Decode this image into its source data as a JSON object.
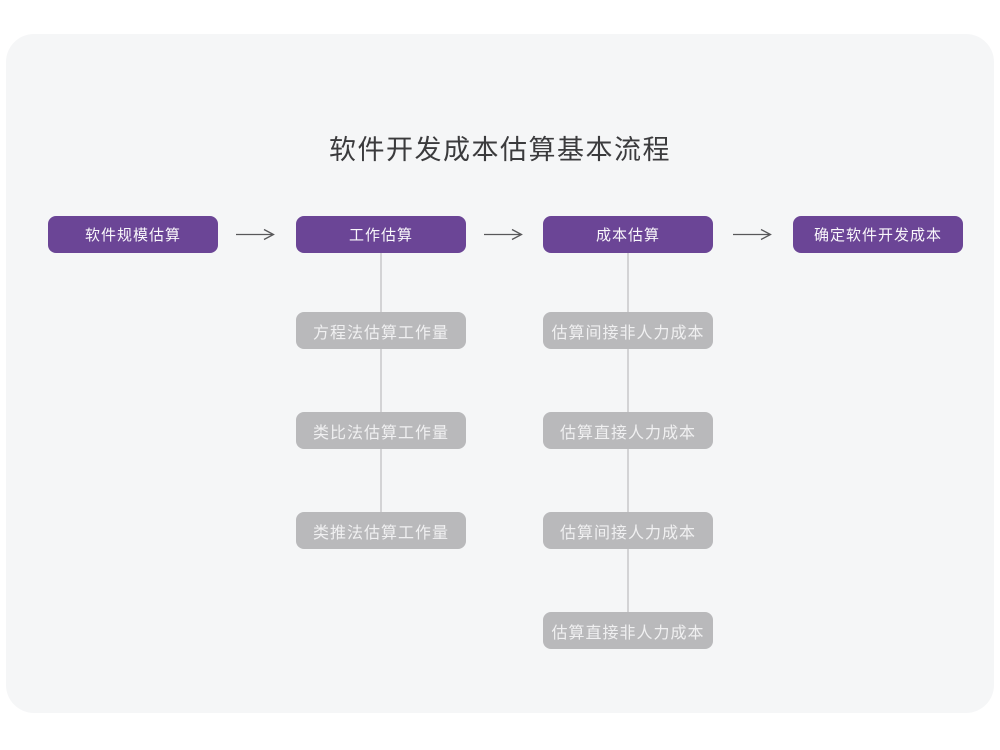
{
  "title": "软件开发成本估算基本流程",
  "colors": {
    "accent_purple": "#6b4596",
    "substep_gray": "#b9b9bb",
    "card_background": "#f5f6f7",
    "connector_gray": "#d3d3d5",
    "arrow_gray": "#58585a",
    "title_text": "#3b3b3d"
  },
  "flow": {
    "stages": [
      {
        "label": "软件规模估算"
      },
      {
        "label": "工作估算",
        "substeps": [
          "方程法估算工作量",
          "类比法估算工作量",
          "类推法估算工作量"
        ]
      },
      {
        "label": "成本估算",
        "substeps": [
          "估算间接非人力成本",
          "估算直接人力成本",
          "估算间接人力成本",
          "估算直接非人力成本"
        ]
      },
      {
        "label": "确定软件开发成本"
      }
    ]
  }
}
